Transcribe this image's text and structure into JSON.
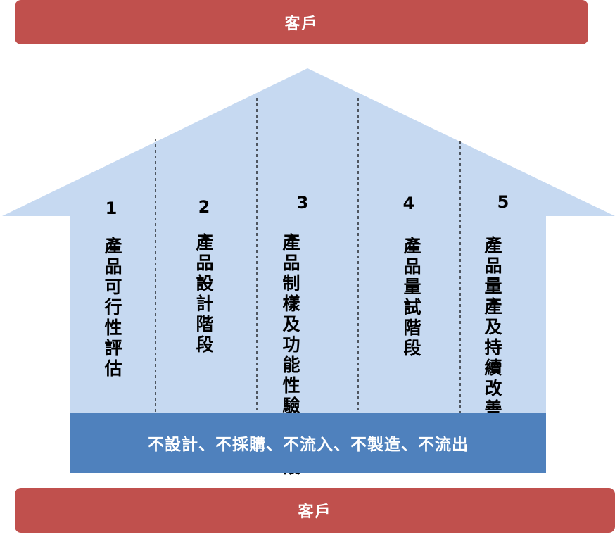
{
  "customer_top": "客戶",
  "customer_bottom": "客戶",
  "foundation": "不設計、不採購、不流入、不製造、不流出",
  "stages": [
    {
      "number": "1",
      "label": "產品可行性評估"
    },
    {
      "number": "2",
      "label": "產品設計階段"
    },
    {
      "number": "3",
      "label": "產品制樣及功能性驗證階段"
    },
    {
      "number": "4",
      "label": "產品量試階段"
    },
    {
      "number": "5",
      "label": "產品量產及持續改善階段"
    }
  ],
  "colors": {
    "customer_bar": "#c0504d",
    "house_body": "#c6d9f1",
    "foundation": "#4f81bd"
  }
}
